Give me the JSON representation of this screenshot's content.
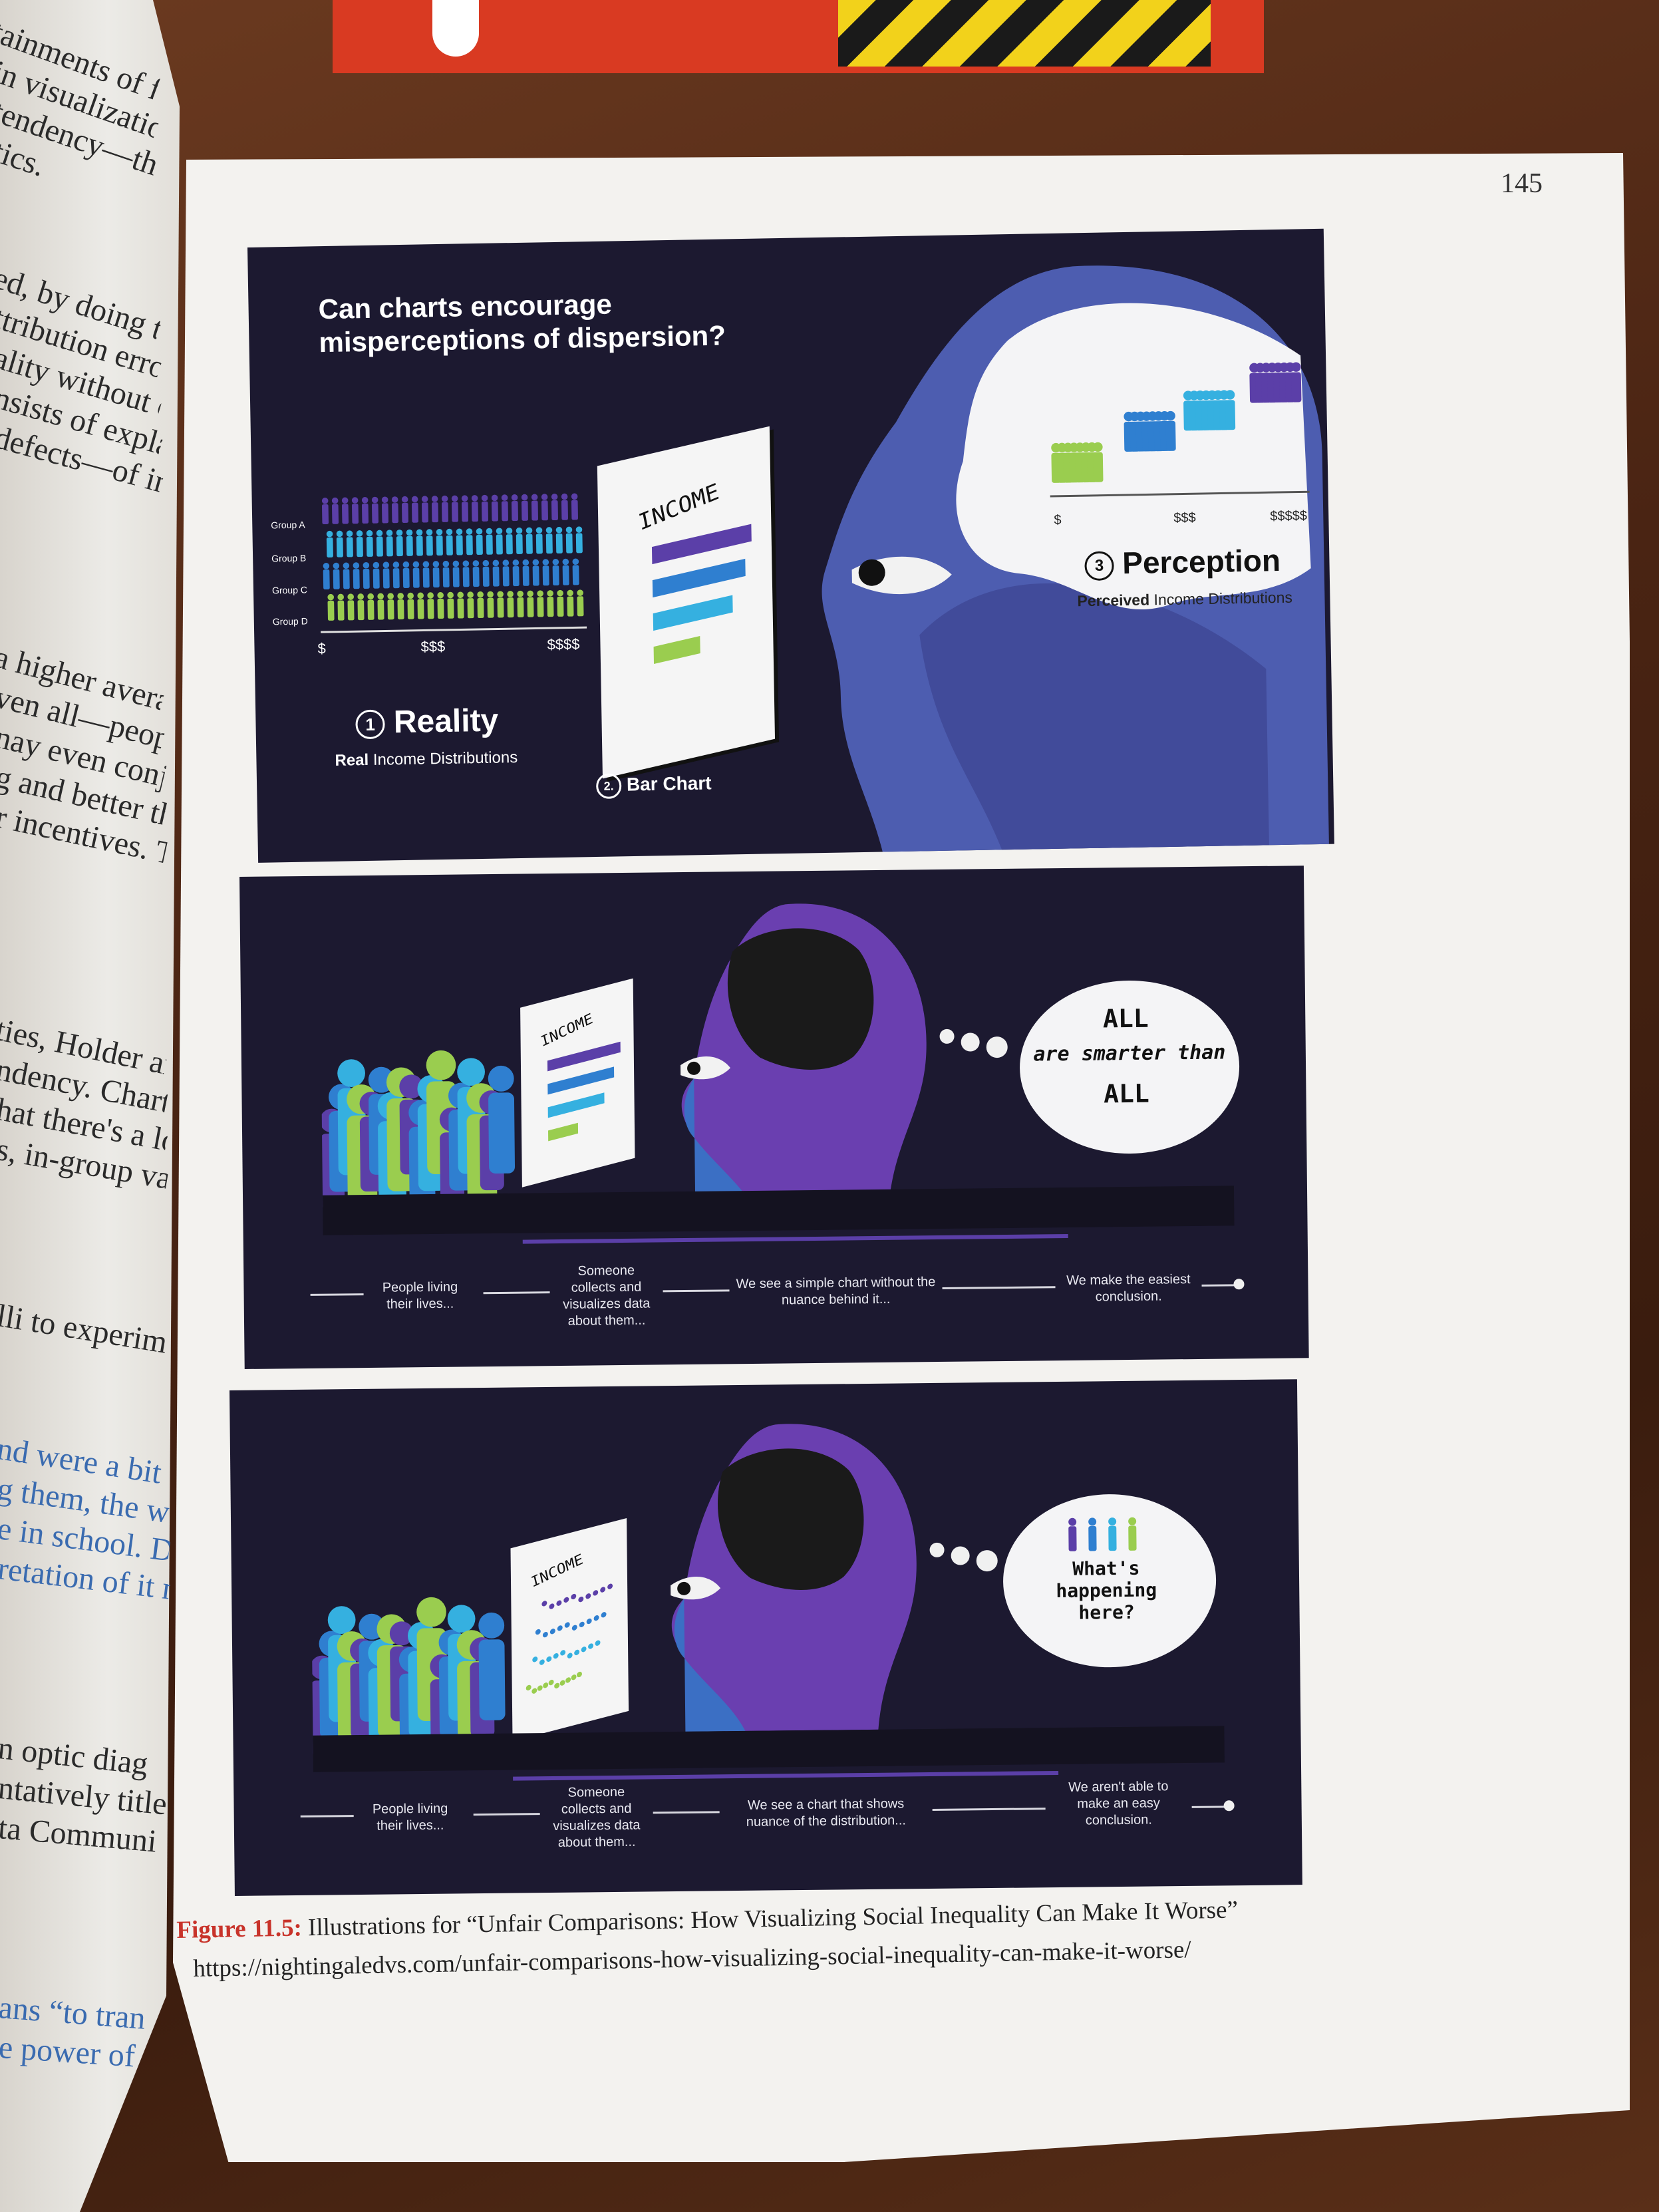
{
  "page_number": "145",
  "left_page_lines": [
    "tainments of four p",
    "in visualization, al",
    "tendency—the ne",
    "tics.",
    "ed, by doing this w",
    "ttribution error, w",
    "ality without con",
    "nsists of explain",
    "defects—of indi",
    "a higher averag",
    "ven all—people",
    "nay even conje",
    "g and better th",
    "r incentives. Th",
    "ties, Holder and",
    "ndency. Charts",
    "hat there's a lot of",
    "s, in-group vari",
    "lli to experime",
    "nd were a bit co",
    "g them, the wo",
    "e in school. De",
    "retation of it m",
    "n optic diag",
    "ntatively title",
    "ta Communi",
    "ans “to tran",
    "e power of"
  ],
  "panel1": {
    "question": "Can charts encourage misperceptions of dispersion?",
    "reality_number": "1",
    "reality_title": "Reality",
    "reality_sub_bold": "Real",
    "reality_sub": "Income Distributions",
    "groups": [
      "Group A",
      "Group B",
      "Group C",
      "Group D"
    ],
    "axis": [
      "$",
      "$$$",
      "$$$$"
    ],
    "chart_word": "INCOME",
    "barchart_number": "2.",
    "barchart_title": "Bar Chart",
    "perception_number": "3",
    "perception_title": "Perception",
    "perception_sub_bold": "Perceived",
    "perception_sub": "Income Distributions",
    "perception_axis": [
      "$",
      "$$$",
      "$$$$$"
    ]
  },
  "panel2": {
    "chart_word": "INCOME",
    "cloud_line1": "ALL",
    "cloud_line2": "are smarter than",
    "cloud_line3": "ALL",
    "steps": [
      "People living their lives...",
      "Someone collects and visualizes data about them...",
      "We see a simple chart without the nuance behind it...",
      "We make the easiest conclusion."
    ]
  },
  "panel3": {
    "chart_word": "INCOME",
    "cloud_line1": "What's",
    "cloud_line2": "happening",
    "cloud_line3": "here?",
    "steps": [
      "People living their lives...",
      "Someone collects and visualizes data about them...",
      "We see a chart that shows nuance of the distribution...",
      "We aren't able to make an easy conclusion."
    ]
  },
  "caption": {
    "label": "Figure 11.5:",
    "text": "Illustrations for “Unfair Comparisons: How Visualizing Social Inequality Can Make It Worse”",
    "url": "https://nightingaledvs.com/unfair-comparisons-how-visualizing-social-inequality-can-make-it-worse/"
  },
  "colors": {
    "pane_bg": "#1c1930",
    "purple": "#5b3fa8",
    "blue": "#2f7fd0",
    "cyan": "#35b0e0",
    "green": "#9acd4f",
    "caption_red": "#c8332a"
  }
}
